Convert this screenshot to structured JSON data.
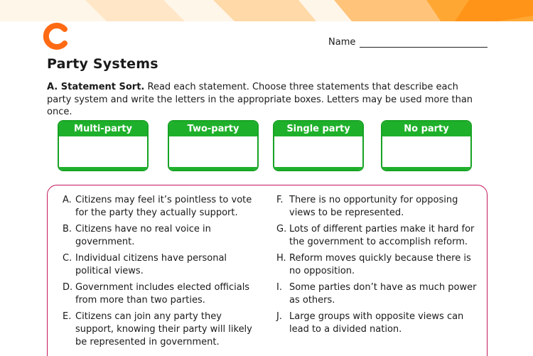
{
  "header": {
    "name_label": "Name"
  },
  "title": "Party Systems",
  "instructions": {
    "bold": "A. Statement Sort.",
    "text": " Read each statement. Choose three statements that describe each party system and write the letters in the appropriate boxes. Letters may be used more than once."
  },
  "boxes": [
    "Multi-party",
    "Two-party",
    "Single party",
    "No party"
  ],
  "statements_left": [
    {
      "letter": "A.",
      "text": "Citizens may feel it’s pointless to vote for the party they actually support."
    },
    {
      "letter": "B.",
      "text": "Citizens have no real voice in government."
    },
    {
      "letter": "C.",
      "text": "Individual citizens have personal political views."
    },
    {
      "letter": "D.",
      "text": "Government includes elected officials from more than two parties."
    },
    {
      "letter": "E.",
      "text": "Citizens can join any party they support, knowing their party will likely be represented in government."
    }
  ],
  "statements_right": [
    {
      "letter": "F.",
      "text": "There is no opportunity for opposing views to be represented."
    },
    {
      "letter": "G.",
      "text": "Lots of different parties make it hard for the government to accomplish reform."
    },
    {
      "letter": "H.",
      "text": "Reform moves quickly because there is no opposition."
    },
    {
      "letter": "I.",
      "text": "Some parties don’t have as much power as others."
    },
    {
      "letter": "J.",
      "text": "Large groups with opposite views can lead to a divided nation."
    }
  ],
  "colors": {
    "green": "#1fb02b",
    "panel_border": "#c2185b",
    "logo": "#ff6a13",
    "band": "#ffa733"
  }
}
